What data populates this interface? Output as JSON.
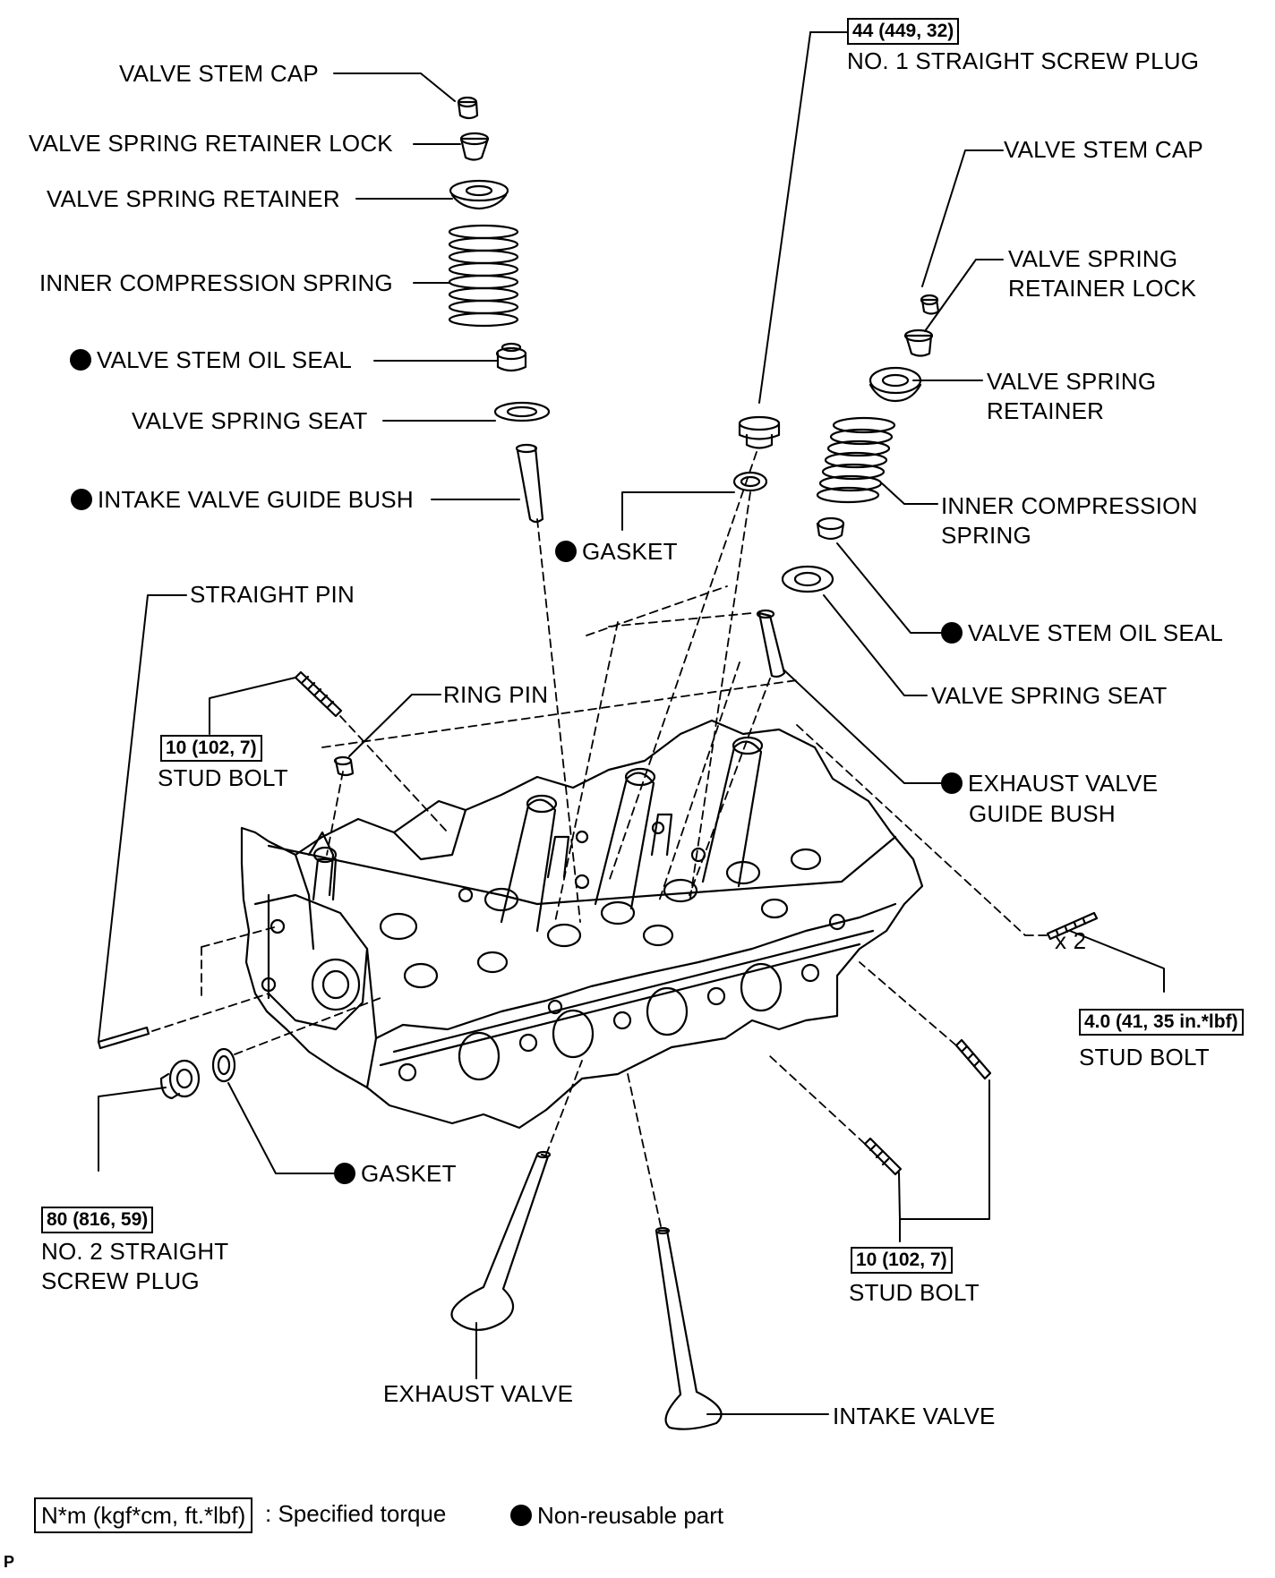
{
  "labels": {
    "valve_stem_cap_left": "VALVE STEM CAP",
    "retainer_lock_left": "VALVE SPRING RETAINER LOCK",
    "retainer_left": "VALVE SPRING RETAINER",
    "inner_spring_left": "INNER COMPRESSION SPRING",
    "oil_seal_left": "VALVE STEM OIL SEAL",
    "spring_seat_left": "VALVE SPRING SEAT",
    "intake_guide_bush": "INTAKE VALVE GUIDE BUSH",
    "gasket_upper": "GASKET",
    "straight_pin": "STRAIGHT PIN",
    "ring_pin": "RING PIN",
    "stud_bolt_upper_left": "STUD BOLT",
    "no1_plug": "NO. 1 STRAIGHT SCREW PLUG",
    "valve_stem_cap_right": "VALVE STEM CAP",
    "retainer_lock_right_1": "VALVE SPRING",
    "retainer_lock_right_2": "RETAINER LOCK",
    "retainer_right_1": "VALVE SPRING",
    "retainer_right_2": "RETAINER",
    "inner_spring_right_1": "INNER COMPRESSION",
    "inner_spring_right_2": "SPRING",
    "oil_seal_right": "VALVE STEM OIL SEAL",
    "spring_seat_right": "VALVE SPRING SEAT",
    "exhaust_guide_bush_1": "EXHAUST VALVE",
    "exhaust_guide_bush_2": "GUIDE BUSH",
    "x2": "x 2",
    "stud_bolt_right": "STUD BOLT",
    "gasket_lower": "GASKET",
    "no2_plug_1": "NO. 2 STRAIGHT",
    "no2_plug_2": "SCREW PLUG",
    "stud_bolt_lower": "STUD BOLT",
    "exhaust_valve": "EXHAUST VALVE",
    "intake_valve": "INTAKE VALVE"
  },
  "torques": {
    "no1_plug": "44 (449, 32)",
    "stud_bolt_upper_left": "10 (102, 7)",
    "stud_bolt_right": "4.0 (41, 35 in.*lbf)",
    "no2_plug": "80 (816, 59)",
    "stud_bolt_lower": "10 (102, 7)"
  },
  "legend": {
    "torque_format": "N*m (kgf*cm, ft.*lbf)",
    "torque_desc": ": Specified torque",
    "nonreusable_desc": "Non-reusable part"
  },
  "corner_code": "P"
}
